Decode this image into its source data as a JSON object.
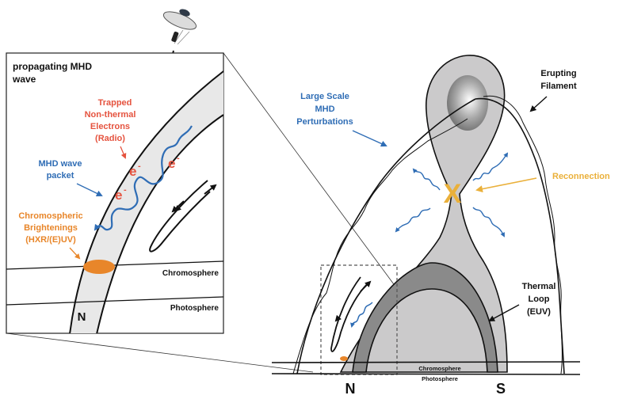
{
  "colors": {
    "outline": "#111111",
    "flux_tube_light": "#e8e8e8",
    "flux_tube_mid": "#cbcacb",
    "thermal_loop": "#8a8a8a",
    "wave_blue": "#2f6db5",
    "electron_red": "#e5533f",
    "brightening_orange": "#e8862a",
    "reconnection_yellow": "#eab03a"
  },
  "inset": {
    "title_line1": "propagating MHD",
    "title_line2": "wave",
    "trapped_electrons": [
      "Trapped",
      "Non-thermal",
      "Electrons",
      "(Radio)"
    ],
    "wave_packet": [
      "MHD wave",
      "packet"
    ],
    "brightenings": [
      "Chromospheric",
      "Brightenings",
      "(HXR/(E)UV)"
    ],
    "electron_symbol": "e",
    "electron_charge": "-",
    "chromosphere": "Chromosphere",
    "photosphere": "Photosphere",
    "footpoint": "N"
  },
  "main": {
    "erupting_filament": [
      "Erupting",
      "Filament"
    ],
    "large_scale": [
      "Large Scale",
      "MHD",
      "Perturbations"
    ],
    "reconnection": "Reconnection",
    "reconnection_symbol": "X",
    "thermal_loop": [
      "Thermal",
      "Loop",
      "(EUV)"
    ],
    "chromosphere": "Chromosphere",
    "photosphere": "Photosphere",
    "footpoint_north": "N",
    "footpoint_south": "S"
  },
  "icons": {
    "observer": "radio-telescope-satellite-icon"
  }
}
